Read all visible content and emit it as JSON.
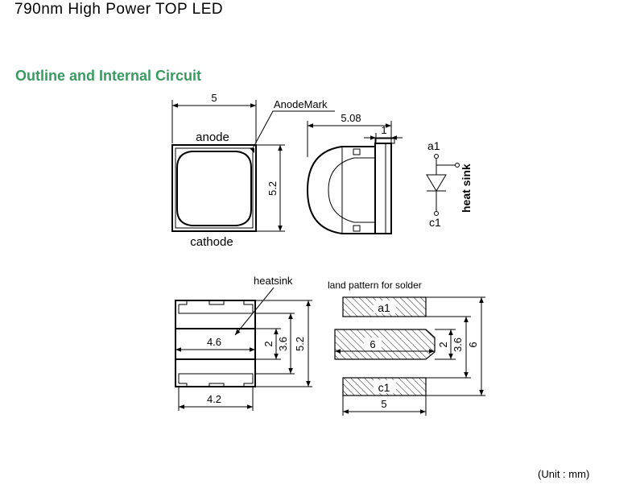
{
  "page": {
    "title": "790nm High Power TOP LED",
    "section_title": "Outline and Internal Circuit",
    "unit_note": "(Unit : mm)"
  },
  "top_view": {
    "dim_width": "5",
    "dim_height": "5.2",
    "label_anode": "anode",
    "label_cathode": "cathode",
    "label_anode_mark": "AnodeMark"
  },
  "side_view": {
    "dim_overall": "5.08",
    "dim_flange": "1"
  },
  "circuit": {
    "label_a1": "a1",
    "label_c1": "c1",
    "label_heat_sink": "heat sink"
  },
  "bottom_view": {
    "label_heatsink": "heatsink",
    "dim_pad_width": "4.6",
    "dim_pad_height": "2",
    "dim_inner": "3.6",
    "dim_outer": "5.2",
    "dim_body_width": "4.2"
  },
  "land_pattern": {
    "title": "land pattern for solder",
    "pad_a1": "a1",
    "pad_c1": "c1",
    "dim_center_width": "6",
    "dim_center_height": "2",
    "dim_inner": "3.6",
    "dim_outer": "6",
    "dim_pad_width": "5"
  }
}
